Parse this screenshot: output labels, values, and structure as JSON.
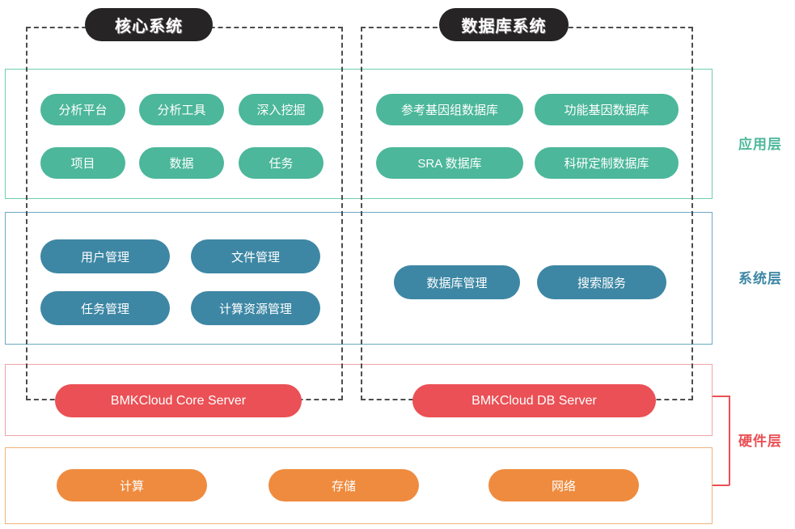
{
  "diagram": {
    "title_pills": [
      {
        "id": "core-system",
        "label": "核心系统"
      },
      {
        "id": "database-system",
        "label": "数据库系统"
      }
    ],
    "side_labels": [
      {
        "id": "application-layer",
        "label": "应用层",
        "color": "#4cb79a"
      },
      {
        "id": "system-layer",
        "label": "系统层",
        "color": "#3d87a4"
      },
      {
        "id": "hardware-layer",
        "label": "硬件层",
        "color": "#ea5055"
      }
    ],
    "application_layer": {
      "core_nodes": [
        "分析平台",
        "分析工具",
        "深入挖掘",
        "项目",
        "数据",
        "任务"
      ],
      "database_nodes": [
        "参考基因组数据库",
        "功能基因数据库",
        "SRA 数据库",
        "科研定制数据库"
      ],
      "color": "#4cb79a"
    },
    "system_layer": {
      "core_nodes": [
        "用户管理",
        "文件管理",
        "任务管理",
        "计算资源管理"
      ],
      "database_nodes": [
        "数据库管理",
        "搜索服务"
      ],
      "color": "#3d87a4"
    },
    "server_layer": {
      "nodes": [
        "BMKCloud Core Server",
        "BMKCloud DB Server"
      ],
      "color": "#ea5055"
    },
    "hardware_layer": {
      "nodes": [
        "计算",
        "存储",
        "网络"
      ],
      "color": "#ef8b3e"
    }
  }
}
